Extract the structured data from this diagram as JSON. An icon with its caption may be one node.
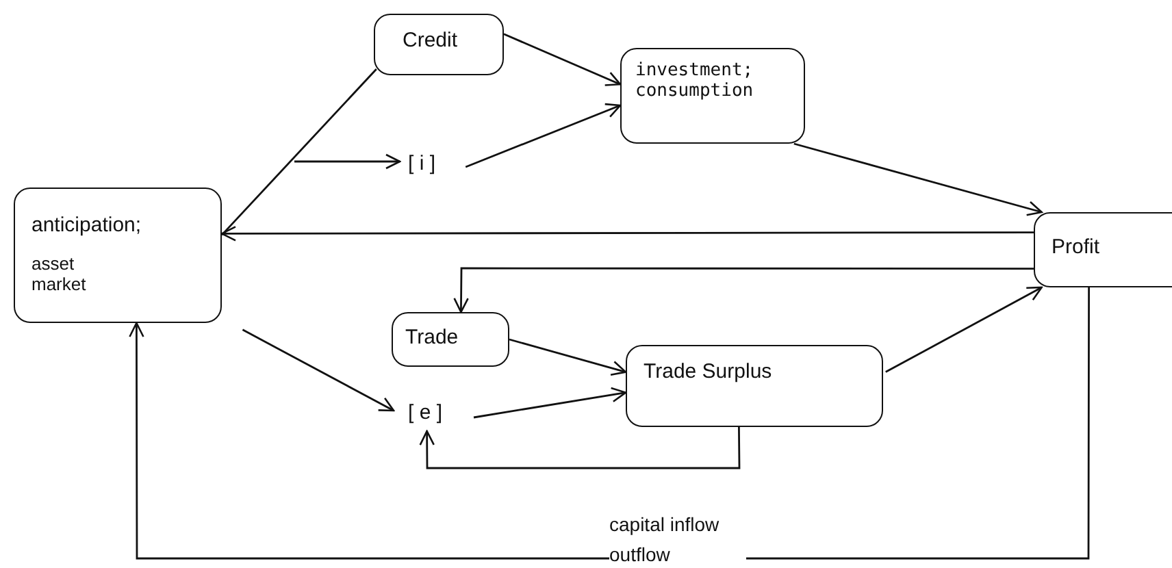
{
  "diagram": {
    "nodes": [
      {
        "text": [
          "anticipation;",
          "asset market"
        ]
      },
      {
        "text": [
          "Credit"
        ]
      },
      {
        "text": [
          "[ i ]"
        ]
      },
      {
        "text": [
          "investment; consumption"
        ]
      },
      {
        "text": [
          "Profit"
        ]
      },
      {
        "text": [
          "Trade"
        ]
      },
      {
        "text": [
          "Trade Surplus"
        ]
      },
      {
        "text": [
          "[ e ]"
        ]
      }
    ],
    "edges": [
      {
        "from": 0,
        "to": 1,
        "arrow": "none"
      },
      {
        "from": null,
        "to": 2,
        "arrow": "to"
      },
      {
        "from": 1,
        "to": 3,
        "arrow": "to"
      },
      {
        "from": 2,
        "to": 3,
        "arrow": "to"
      },
      {
        "from": 3,
        "to": 4,
        "arrow": "to"
      },
      {
        "from": 4,
        "to": 0,
        "arrow": "to"
      },
      {
        "from": 4,
        "to": 5,
        "arrow": "to"
      },
      {
        "from": 5,
        "to": 6,
        "arrow": "to"
      },
      {
        "from": 0,
        "to": 7,
        "arrow": "to"
      },
      {
        "from": 7,
        "to": 6,
        "arrow": "to"
      },
      {
        "from": 6,
        "to": 7,
        "arrow": "to"
      },
      {
        "from": 6,
        "to": 4,
        "arrow": "to"
      },
      {
        "from": 4,
        "to": 0,
        "arrow": "to",
        "label": "capital inflow outflow"
      }
    ]
  }
}
